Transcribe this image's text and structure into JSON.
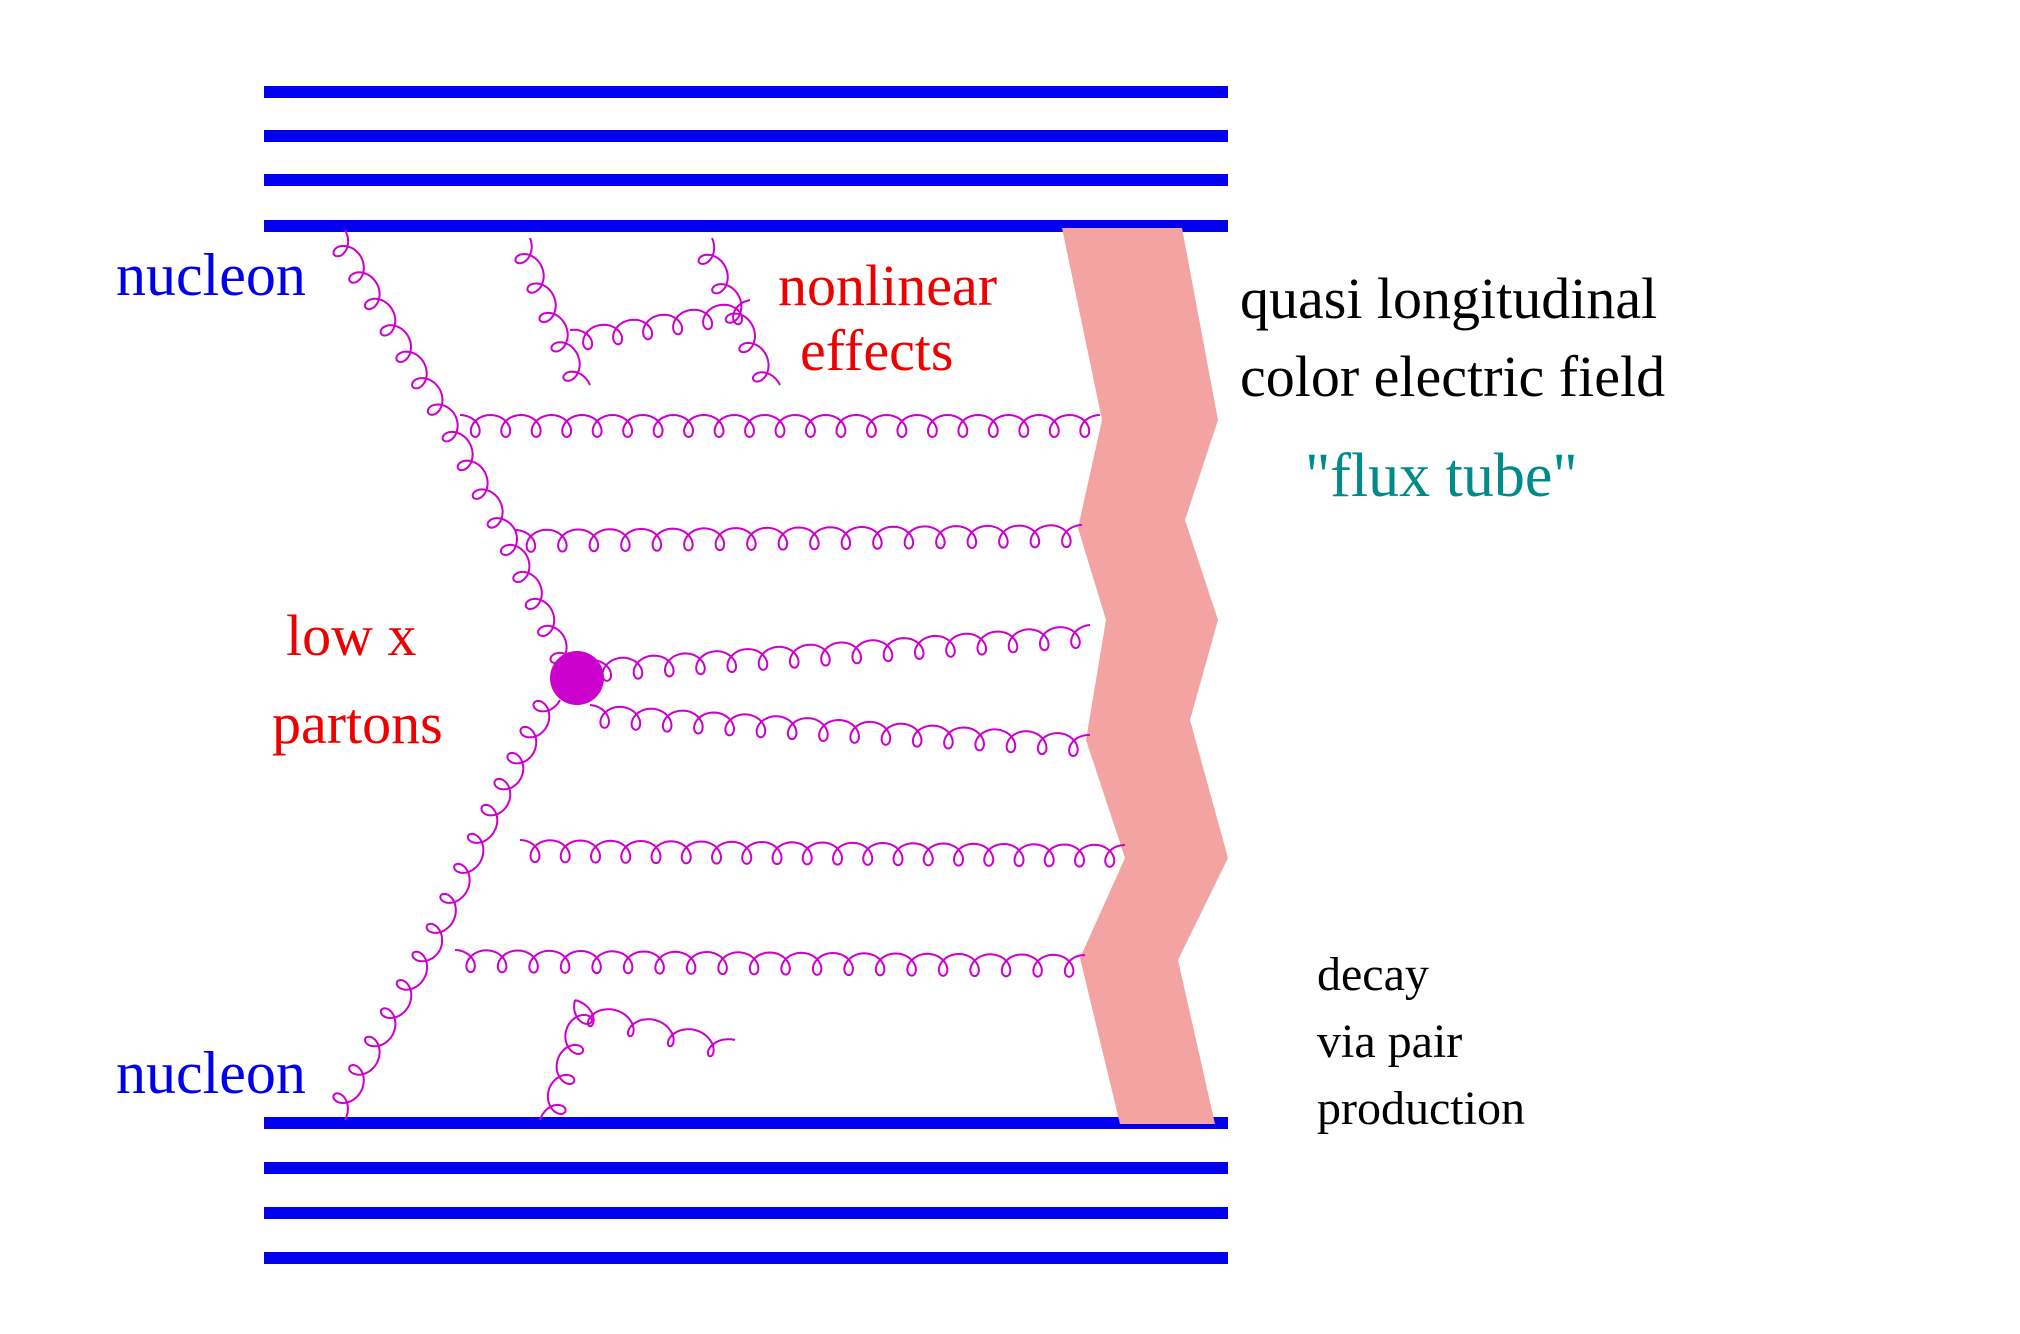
{
  "labels": {
    "nucleon_top": "nucleon",
    "nucleon_bottom": "nucleon",
    "nonlinear_line1": "nonlinear",
    "nonlinear_line2": "effects",
    "lowx_line1": "low x",
    "lowx_line2": "partons",
    "field_line1": "quasi longitudinal",
    "field_line2": "color electric field",
    "flux_tube": "\"flux tube\"",
    "decay_line1": "decay",
    "decay_line2": "via pair",
    "decay_line3": "production"
  },
  "colors": {
    "nucleon": "#0000ee",
    "red_label": "#ee0000",
    "gluon": "#cc00cc",
    "tube": "#f4a3a3",
    "teal": "#008b8b",
    "text": "#000000"
  }
}
